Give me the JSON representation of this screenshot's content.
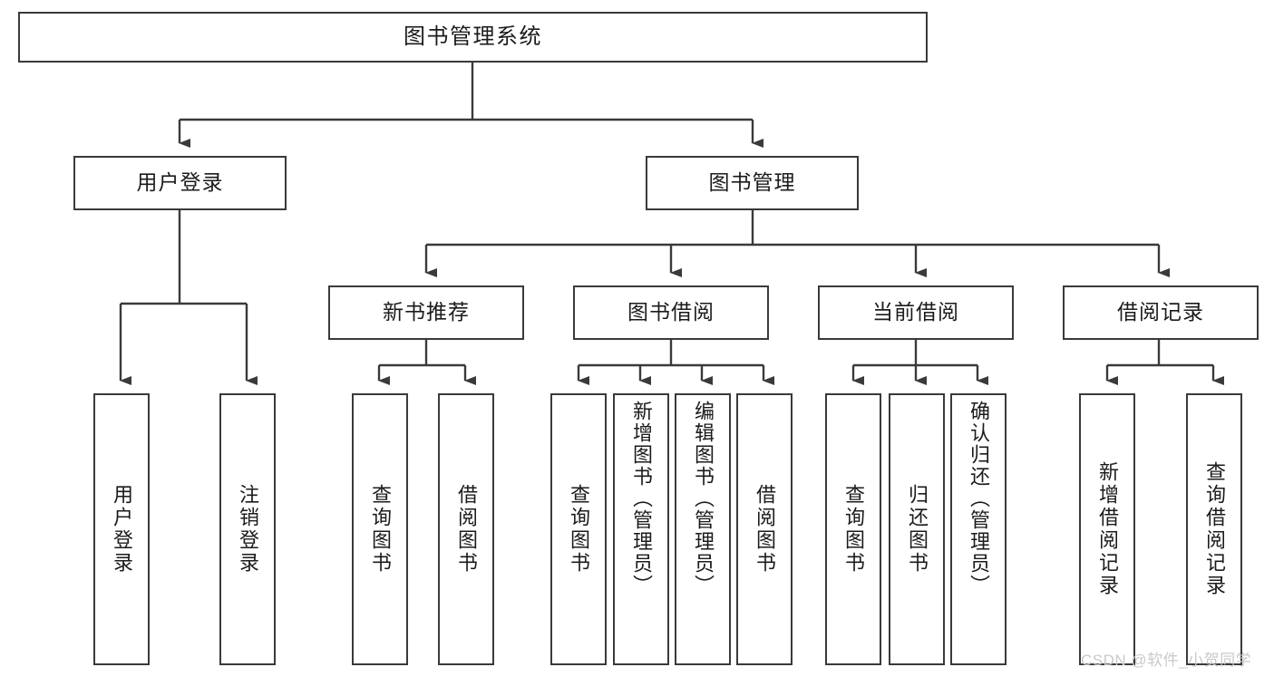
{
  "diagram": {
    "title": "图书管理系统",
    "type": "tree-hierarchy",
    "watermark": "CSDN @软件_小贺同学",
    "colors": {
      "background": "#ffffff",
      "box_border": "#3a3a3a",
      "box_fill": "#ffffff",
      "connector": "#3a3a3a",
      "text": "#1b1b1b",
      "watermark": "#c9c9c9"
    },
    "levels": {
      "root": {
        "label": "图书管理系统"
      },
      "level2": [
        {
          "label": "用户登录"
        },
        {
          "label": "图书管理"
        }
      ],
      "level3": [
        {
          "label": "新书推荐"
        },
        {
          "label": "图书借阅"
        },
        {
          "label": "当前借阅"
        },
        {
          "label": "借阅记录"
        }
      ],
      "leaves": {
        "user_login": [
          {
            "label": "用户登录"
          },
          {
            "label": "注销登录"
          }
        ],
        "new_book_recommend": [
          {
            "label": "查询图书"
          },
          {
            "label": "借阅图书"
          }
        ],
        "book_borrow": [
          {
            "label": "查询图书"
          },
          {
            "label": "新增图书（管理员）"
          },
          {
            "label": "编辑图书（管理员）"
          },
          {
            "label": "借阅图书"
          }
        ],
        "current_borrow": [
          {
            "label": "查询图书"
          },
          {
            "label": "归还图书"
          },
          {
            "label": "确认归还（管理员）"
          }
        ],
        "borrow_record": [
          {
            "label": "新增借阅记录"
          },
          {
            "label": "查询借阅记录"
          }
        ]
      }
    }
  }
}
